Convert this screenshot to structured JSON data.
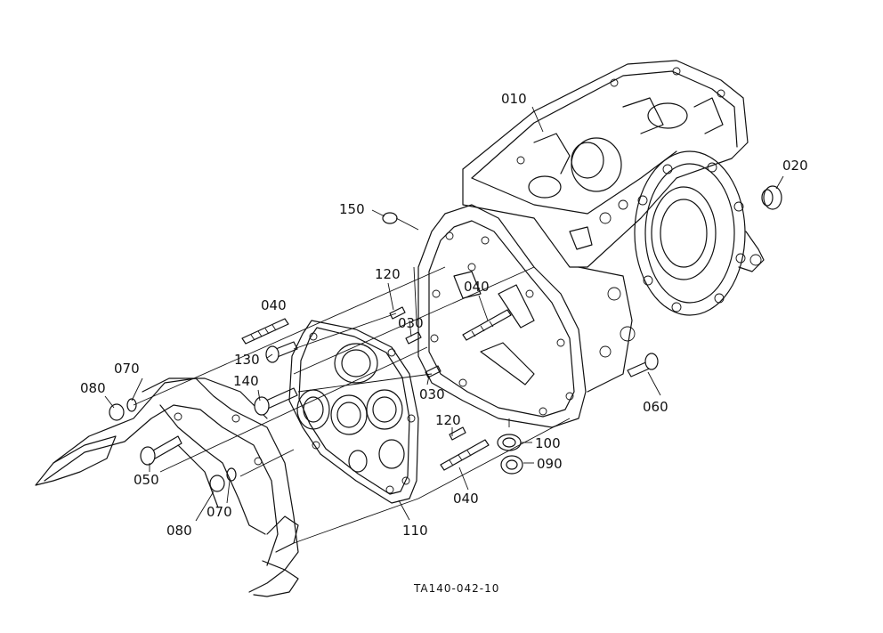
{
  "figure_code": "TA140-042-10",
  "callouts": [
    {
      "id": "c010",
      "text": "010"
    },
    {
      "id": "c020",
      "text": "020"
    },
    {
      "id": "c150",
      "text": "150"
    },
    {
      "id": "c120a",
      "text": "120"
    },
    {
      "id": "c040a",
      "text": "040"
    },
    {
      "id": "c040b",
      "text": "040"
    },
    {
      "id": "c030a",
      "text": "030"
    },
    {
      "id": "c030b",
      "text": "030"
    },
    {
      "id": "c130",
      "text": "130"
    },
    {
      "id": "c070a",
      "text": "070"
    },
    {
      "id": "c080a",
      "text": "080"
    },
    {
      "id": "c140",
      "text": "140"
    },
    {
      "id": "c060",
      "text": "060"
    },
    {
      "id": "c120b",
      "text": "120"
    },
    {
      "id": "c100",
      "text": "100"
    },
    {
      "id": "c090",
      "text": "090"
    },
    {
      "id": "c050",
      "text": "050"
    },
    {
      "id": "c040c",
      "text": "040"
    },
    {
      "id": "c070b",
      "text": "070"
    },
    {
      "id": "c080b",
      "text": "080"
    },
    {
      "id": "c110",
      "text": "110"
    }
  ]
}
